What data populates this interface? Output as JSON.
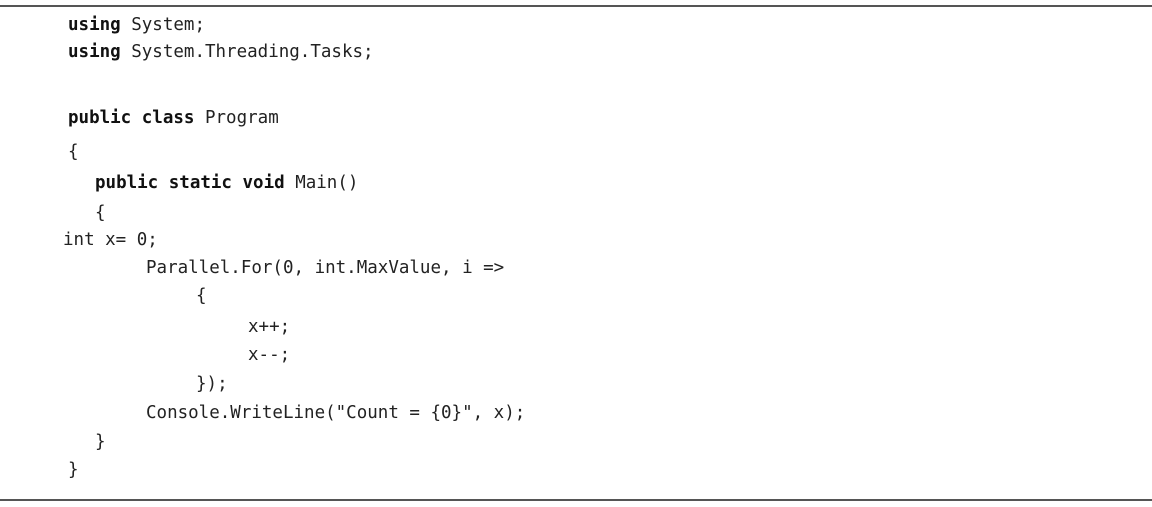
{
  "code": {
    "lines": [
      {
        "kw": "using",
        "text": " System;"
      },
      {
        "kw": "using",
        "text": " System.Threading.Tasks;"
      },
      {
        "kw": "public class",
        "text": " Program"
      },
      {
        "kw": "",
        "text": "{"
      },
      {
        "kw": "public static void",
        "text": " Main()"
      },
      {
        "kw": "",
        "text": "{"
      },
      {
        "kw": "",
        "text": "int x= 0;"
      },
      {
        "kw": "",
        "text": "Parallel.For(0, int.MaxValue, i =>"
      },
      {
        "kw": "",
        "text": "{"
      },
      {
        "kw": "",
        "text": "x++;"
      },
      {
        "kw": "",
        "text": "x--;"
      },
      {
        "kw": "",
        "text": "});"
      },
      {
        "kw": "",
        "text": "Console.WriteLine(\"Count = {0}\", x);"
      },
      {
        "kw": "",
        "text": "}"
      },
      {
        "kw": "",
        "text": "}"
      }
    ]
  }
}
